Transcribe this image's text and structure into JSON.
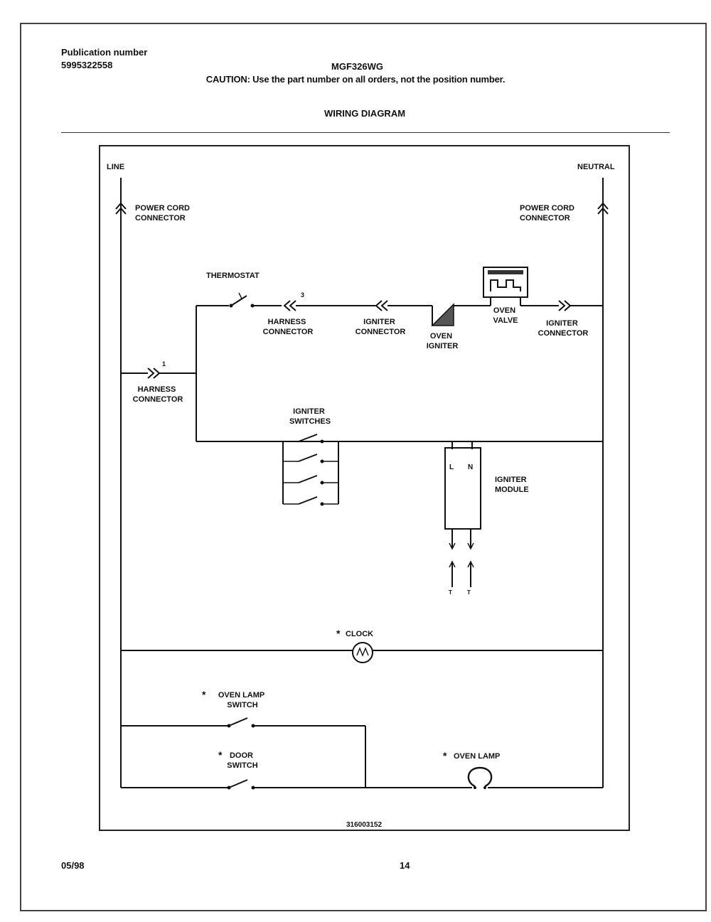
{
  "header": {
    "publication_label": "Publication number",
    "publication_number": "5995322558",
    "model": "MGF326WG",
    "caution": "CAUTION: Use the part number on all orders, not the position number.",
    "section_title": "WIRING DIAGRAM"
  },
  "diagram": {
    "line_label": "LINE",
    "neutral_label": "NEUTRAL",
    "power_cord_left": [
      "POWER CORD",
      "CONNECTOR"
    ],
    "power_cord_right": [
      "POWER CORD",
      "CONNECTOR"
    ],
    "thermostat": "THERMOSTAT",
    "harness_connector_top": [
      "HARNESS",
      "CONNECTOR"
    ],
    "harness_connector_top_number": "3",
    "igniter_connector_left": [
      "IGNITER",
      "CONNECTOR"
    ],
    "oven_igniter": [
      "OVEN",
      "IGNITER"
    ],
    "oven_valve": [
      "OVEN",
      "VALVE"
    ],
    "igniter_connector_right": [
      "IGNITER",
      "CONNECTOR"
    ],
    "harness_connector_left": [
      "HARNESS",
      "CONNECTOR"
    ],
    "harness_connector_left_number": "1",
    "igniter_switches": [
      "IGNITER",
      "SWITCHES"
    ],
    "igniter_module": [
      "IGNITER",
      "MODULE"
    ],
    "module_pin_top_left": "L",
    "module_pin_top_right": "N",
    "module_pin_bottom_left": "T",
    "module_pin_bottom_right": "T",
    "clock": "CLOCK",
    "oven_lamp_switch": [
      "OVEN LAMP",
      "SWITCH"
    ],
    "door_switch": [
      "DOOR",
      "SWITCH"
    ],
    "oven_lamp": "OVEN LAMP",
    "optional_marker": "*",
    "drawing_number": "316003152"
  },
  "footer": {
    "date": "05/98",
    "page": "14"
  }
}
